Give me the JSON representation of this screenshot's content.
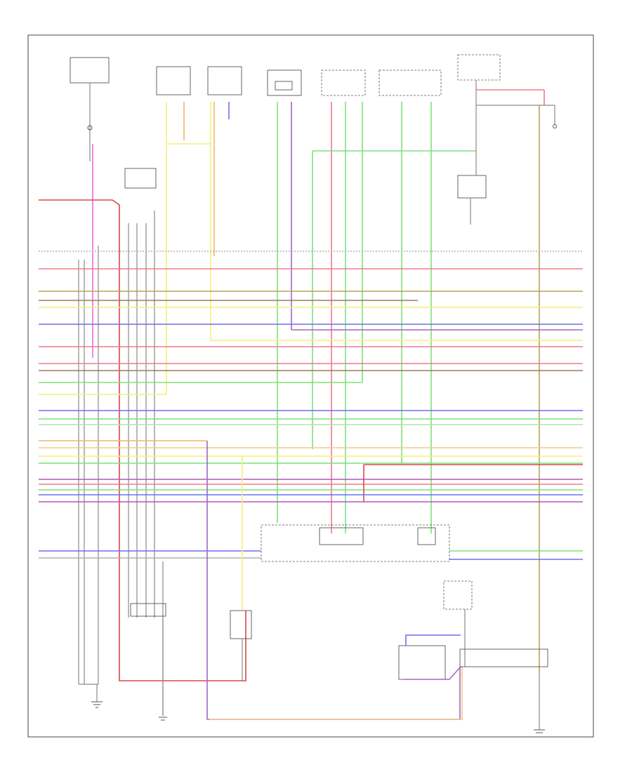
{
  "diagram": {
    "footer_code": "",
    "colors": {
      "red": "#f07a8a",
      "yellow": "#f3ef7a",
      "green": "#7ee07a",
      "blue": "#6f6ff2",
      "orange": "#f4b36a",
      "purple": "#a066c8",
      "olive": "#b7a35a",
      "brown": "#a0785a",
      "pink": "#ee66ee",
      "tan": "#f2c88a",
      "darkred": "#d84848",
      "gray": "#8a8a8a"
    },
    "components": [
      {
        "id": "fuse-block-left",
        "label": ""
      },
      {
        "id": "module-1",
        "label": ""
      },
      {
        "id": "module-2",
        "label": ""
      },
      {
        "id": "relay-box-1",
        "label": ""
      },
      {
        "id": "relay-box-2",
        "label": ""
      },
      {
        "id": "relay-box-3",
        "label": ""
      },
      {
        "id": "fuse-block-right",
        "label": ""
      },
      {
        "id": "relay-right",
        "label": ""
      },
      {
        "id": "main-control-unit",
        "label": ""
      },
      {
        "id": "sensor-lower-mid",
        "label": ""
      },
      {
        "id": "switch-lower-mid",
        "label": ""
      },
      {
        "id": "sensor-lower-right",
        "label": ""
      },
      {
        "id": "ground-left",
        "label": ""
      },
      {
        "id": "ground-mid",
        "label": ""
      },
      {
        "id": "ground-right",
        "label": ""
      }
    ]
  }
}
